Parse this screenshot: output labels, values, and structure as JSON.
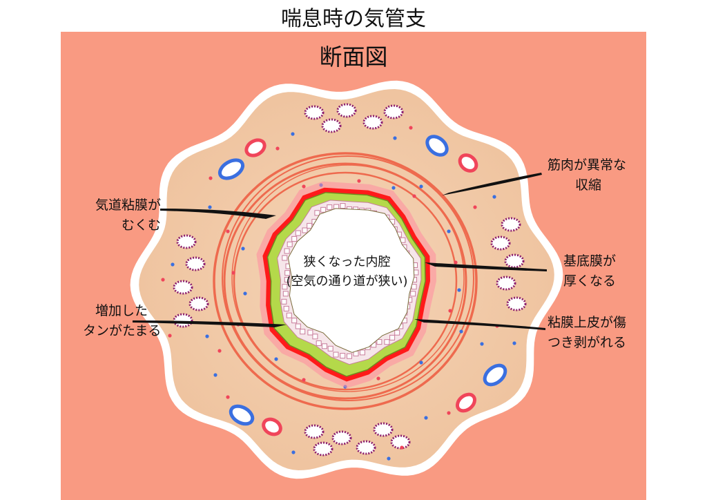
{
  "title": "喘息時の気管支",
  "subtitle": "断面図",
  "lumen": {
    "line1": "狭くなった内腔",
    "line2": "(空気の通り道が狭い)"
  },
  "labels": {
    "muscle": {
      "line1": "筋肉が異常な",
      "line2": "収縮"
    },
    "mucosa": {
      "line1": "気道粘膜が",
      "line2": "むくむ"
    },
    "basement": {
      "line1": "基底膜が",
      "line2": "厚くなる"
    },
    "sputum": {
      "line1": "増加した",
      "line2": "タンがたまる"
    },
    "epithelium": {
      "line1": "粘膜上皮が傷",
      "line2": "つき剥がれる"
    }
  },
  "colors": {
    "background": "#f99a82",
    "tissue": "#f2c9a7",
    "outer_rim": "#ffffff",
    "muscle": "#ee6a4e",
    "mucosa": "#ff1a1a",
    "sputum": "#b4d94a",
    "vein": "#3a6fe0",
    "artery": "#f0455a",
    "gland": "#8b1e6e"
  }
}
